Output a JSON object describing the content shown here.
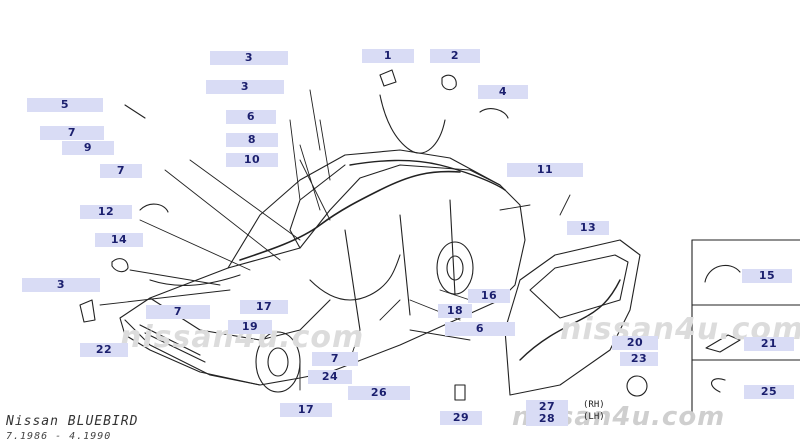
{
  "title": "Nissan BLUEBIRD",
  "subtitle": "7.1986 - 4.1990",
  "watermarks": [
    "nissan4u.com",
    "nissan4u.com",
    "nissan4u.com"
  ],
  "side_labels": [
    "(RH)",
    "(LH)"
  ],
  "callouts": [
    {
      "id": "c1",
      "label": "1"
    },
    {
      "id": "c2",
      "label": "2"
    },
    {
      "id": "c3a",
      "label": "3"
    },
    {
      "id": "c3b",
      "label": "3"
    },
    {
      "id": "c3c",
      "label": "3"
    },
    {
      "id": "c4",
      "label": "4"
    },
    {
      "id": "c5",
      "label": "5"
    },
    {
      "id": "c6a",
      "label": "6"
    },
    {
      "id": "c6b",
      "label": "6"
    },
    {
      "id": "c7a",
      "label": "7"
    },
    {
      "id": "c7b",
      "label": "7"
    },
    {
      "id": "c7c",
      "label": "7"
    },
    {
      "id": "c7d",
      "label": "7"
    },
    {
      "id": "c8",
      "label": "8"
    },
    {
      "id": "c9",
      "label": "9"
    },
    {
      "id": "c10",
      "label": "10"
    },
    {
      "id": "c11",
      "label": "11"
    },
    {
      "id": "c12",
      "label": "12"
    },
    {
      "id": "c13",
      "label": "13"
    },
    {
      "id": "c14",
      "label": "14"
    },
    {
      "id": "c15",
      "label": "15"
    },
    {
      "id": "c16",
      "label": "16"
    },
    {
      "id": "c17a",
      "label": "17"
    },
    {
      "id": "c17b",
      "label": "17"
    },
    {
      "id": "c18",
      "label": "18"
    },
    {
      "id": "c19",
      "label": "19"
    },
    {
      "id": "c20",
      "label": "20"
    },
    {
      "id": "c21",
      "label": "21"
    },
    {
      "id": "c22",
      "label": "22"
    },
    {
      "id": "c23",
      "label": "23"
    },
    {
      "id": "c24",
      "label": "24"
    },
    {
      "id": "c25",
      "label": "25"
    },
    {
      "id": "c26",
      "label": "26"
    },
    {
      "id": "c27",
      "label": "27"
    },
    {
      "id": "c28",
      "label": "28"
    },
    {
      "id": "c29",
      "label": "29"
    }
  ]
}
